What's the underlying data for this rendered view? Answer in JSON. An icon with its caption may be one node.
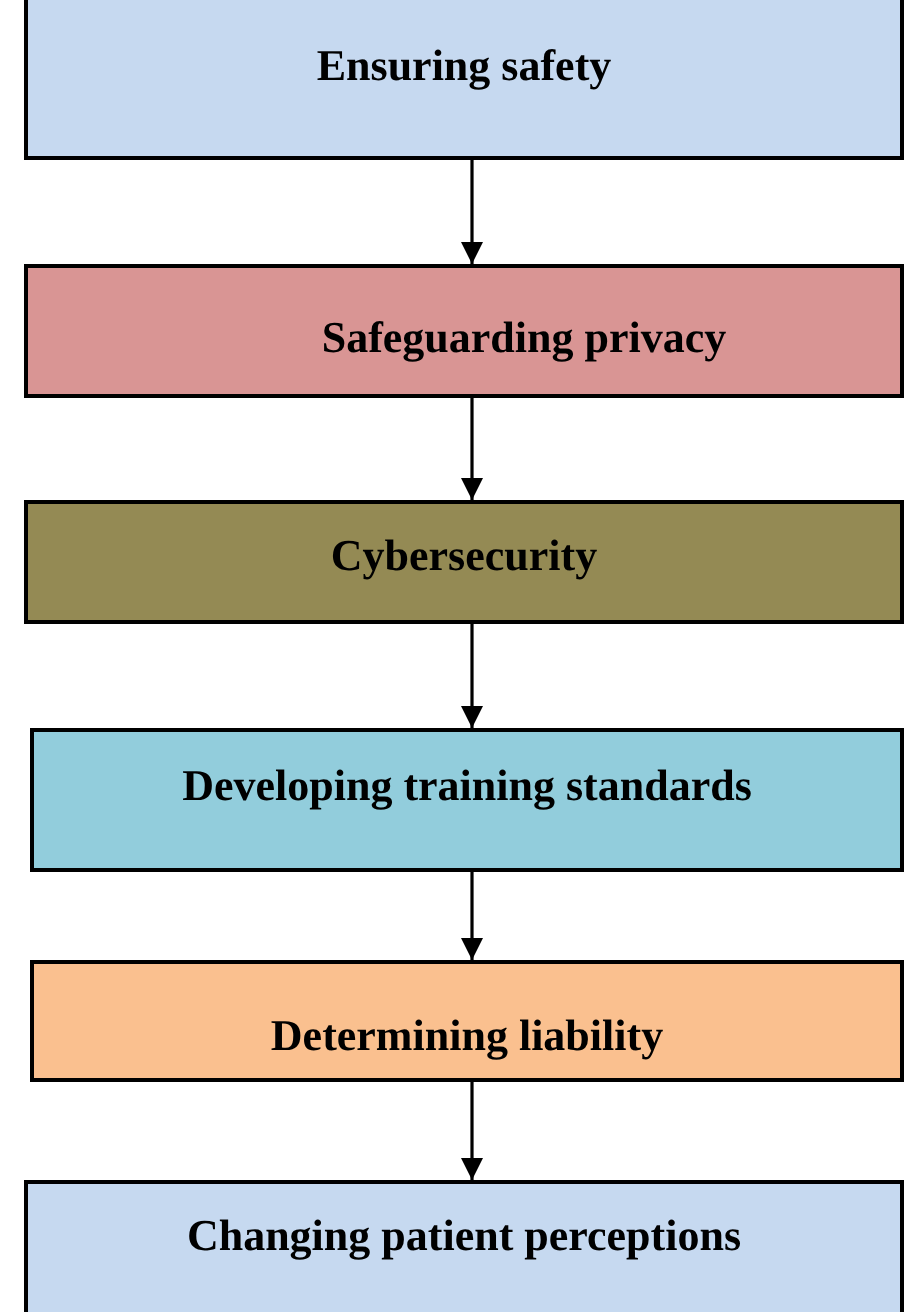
{
  "diagram": {
    "nodes": [
      {
        "text": [
          "Ensuring safety"
        ]
      },
      {
        "text": [
          "Safeguarding privacy"
        ]
      },
      {
        "text": [
          "Cybersecurity"
        ]
      },
      {
        "text": [
          "Developing training standards"
        ]
      },
      {
        "text": [
          "Determining liability"
        ]
      },
      {
        "text": [
          "Changing patient perceptions"
        ]
      }
    ],
    "edges": [
      {
        "from": 0,
        "to": 1,
        "arrow": "to"
      },
      {
        "from": 1,
        "to": 2,
        "arrow": "to"
      },
      {
        "from": 2,
        "to": 3,
        "arrow": "to"
      },
      {
        "from": 3,
        "to": 4,
        "arrow": "to"
      },
      {
        "from": 4,
        "to": 5,
        "arrow": "to"
      }
    ]
  }
}
